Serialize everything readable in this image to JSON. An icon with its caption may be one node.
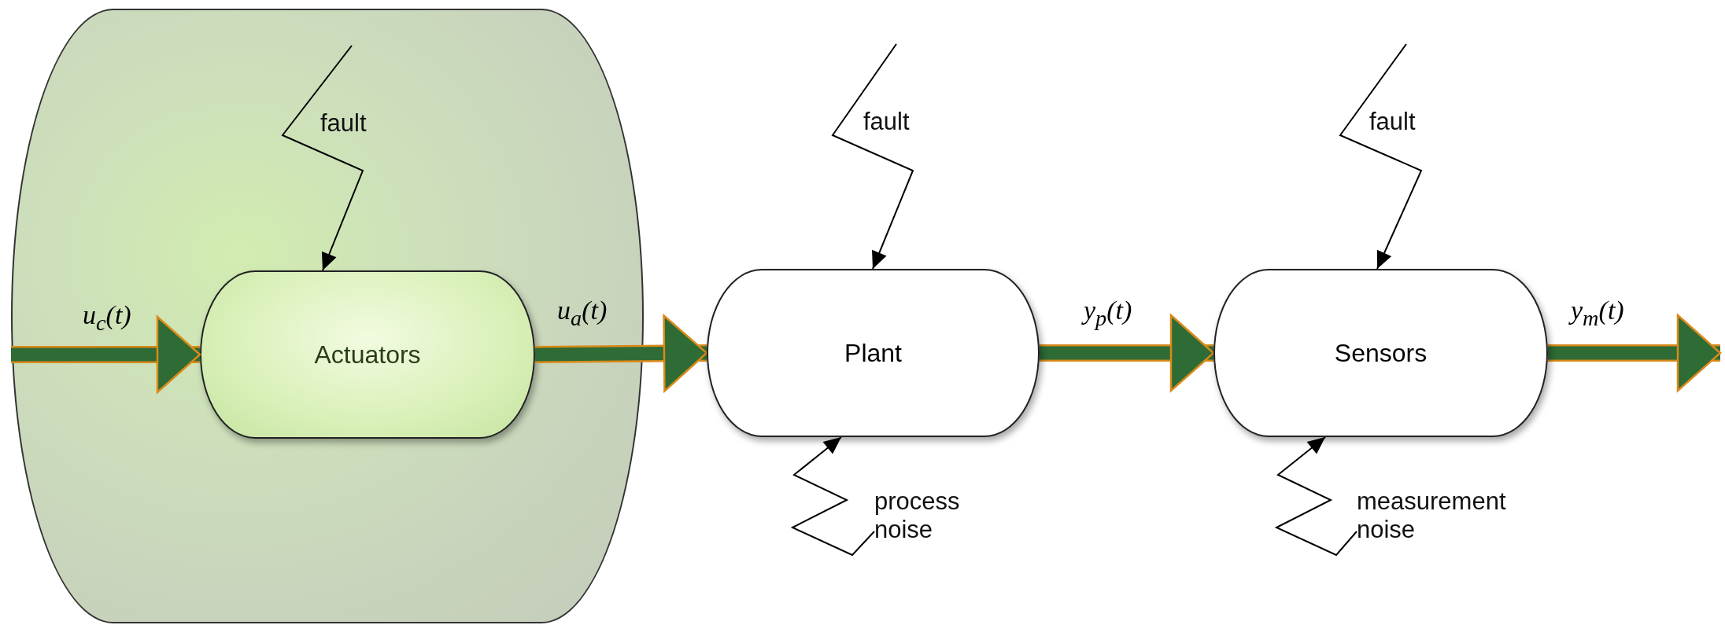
{
  "diagram": {
    "nodes": [
      {
        "text": [],
        "shape": "box"
      },
      {
        "text": [
          "fault"
        ],
        "in": 0
      },
      {
        "text": [
          "Actuators"
        ],
        "in": 0
      },
      {
        "text": [
          "fault"
        ]
      },
      {
        "text": [
          "Plant"
        ]
      },
      {
        "text": [
          "process noise"
        ]
      },
      {
        "text": [
          "fault"
        ]
      },
      {
        "text": [
          "Sensors"
        ]
      },
      {
        "text": [
          "measurement noise"
        ]
      }
    ],
    "edges": [
      {
        "from": null,
        "to": 2,
        "arrow": "to",
        "label": "u$_{c}$(t)",
        "style": "thick",
        "color": "#2e6b35"
      },
      {
        "from": 2,
        "to": 4,
        "arrow": "to",
        "label": "u$_{a}$(t)",
        "style": "thick",
        "color": "#2e6b35"
      },
      {
        "from": 4,
        "to": 7,
        "arrow": "to",
        "label": "y$_{p}$(t)",
        "style": "thick",
        "color": "#2e6b35"
      },
      {
        "from": 7,
        "to": null,
        "arrow": "to",
        "label": "y$_{m}$(t)",
        "style": "thick",
        "color": "#2e6b35"
      },
      {
        "from": 1,
        "to": 2,
        "arrow": "to"
      },
      {
        "from": 3,
        "to": 4,
        "arrow": "to"
      },
      {
        "from": 5,
        "to": 4,
        "arrow": "to"
      },
      {
        "from": 6,
        "to": 7,
        "arrow": "to"
      },
      {
        "from": 8,
        "to": 7,
        "arrow": "to"
      }
    ]
  }
}
